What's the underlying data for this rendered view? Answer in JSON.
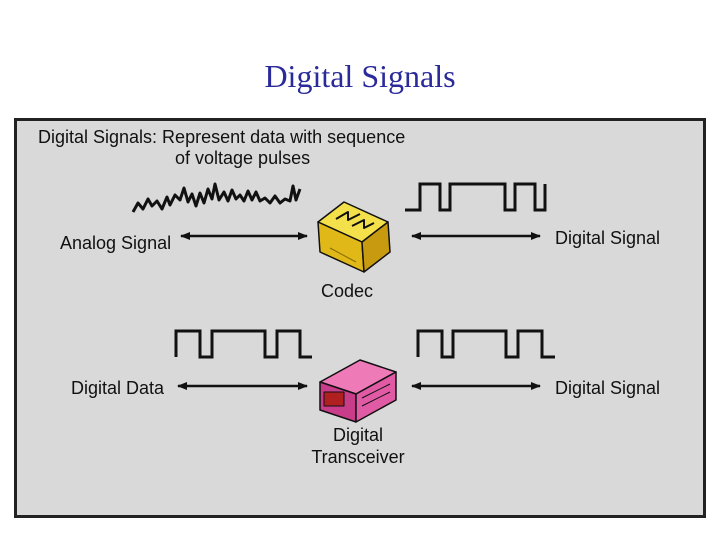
{
  "slide": {
    "title": "Digital Signals"
  },
  "panel": {
    "heading_line1": "Digital Signals: Represent data with sequence",
    "heading_line2": "of voltage pulses"
  },
  "codec_row": {
    "left_label": "Analog Signal",
    "right_label": "Digital Signal",
    "device_label": "Codec"
  },
  "transceiver_row": {
    "left_label": "Digital Data",
    "right_label": "Digital Signal",
    "device_label_line1": "Digital",
    "device_label_line2": "Transceiver"
  },
  "colors": {
    "title": "#2a2a9a",
    "panel_bg": "#d9d9d9",
    "codec": "#f0d020",
    "transceiver": "#d94a9a"
  },
  "icons": [
    "codec-device-icon",
    "transceiver-device-icon",
    "double-arrow-icon"
  ]
}
